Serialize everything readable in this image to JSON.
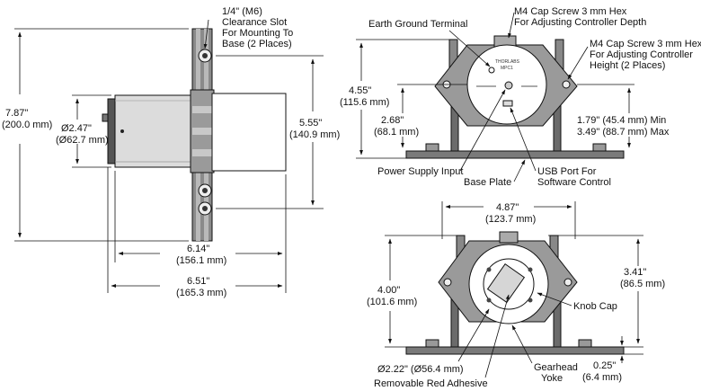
{
  "side_view": {
    "slot_label_1": "1/4\" (M6)",
    "slot_label_2": "Clearance Slot",
    "slot_label_3": "For Mounting To",
    "slot_label_4": "Base (2 Places)",
    "height_in": "7.87\"",
    "height_mm": "(200.0 mm)",
    "dia_in": "Ø2.47\"",
    "dia_mm": "(Ø62.7 mm)",
    "slot_spacing_in": "5.55\"",
    "slot_spacing_mm": "(140.9 mm)",
    "body_len_in": "6.14\"",
    "body_len_mm": "(156.1 mm)",
    "total_len_in": "6.51\"",
    "total_len_mm": "(165.3 mm)"
  },
  "front_view": {
    "earth_label": "Earth Ground Terminal",
    "screw_depth_1": "M4 Cap Screw 3 mm Hex",
    "screw_depth_2": "For Adjusting Controller Depth",
    "screw_height_1": "M4 Cap Screw 3 mm Hex",
    "screw_height_2": "For Adjusting Controller",
    "screw_height_3": "Height (2 Places)",
    "height_in": "4.55\"",
    "height_mm": "(115.6 mm)",
    "center_in": "2.68\"",
    "center_mm": "(68.1 mm)",
    "range_min": "1.79\" (45.4 mm) Min",
    "range_max": "3.49\" (88.7 mm) Max",
    "power_label": "Power Supply Input",
    "base_label": "Base Plate",
    "usb_label_1": "USB Port For",
    "usb_label_2": "Software Control",
    "face_brand": "THORLABS",
    "face_model": "MPC1"
  },
  "rear_view": {
    "width_in": "4.87\"",
    "width_mm": "(123.7 mm)",
    "height_in": "4.00\"",
    "height_mm": "(101.6 mm)",
    "center_in": "3.41\"",
    "center_mm": "(86.5 mm)",
    "knob_label": "Knob Cap",
    "dia_label": "Ø2.22\" (Ø56.4 mm)",
    "adhesive_label": "Removable Red Adhesive",
    "gearhead_1": "Gearhead",
    "gearhead_2": "Yoke",
    "plate_in": "0.25\"",
    "plate_mm": "(6.4 mm)"
  }
}
